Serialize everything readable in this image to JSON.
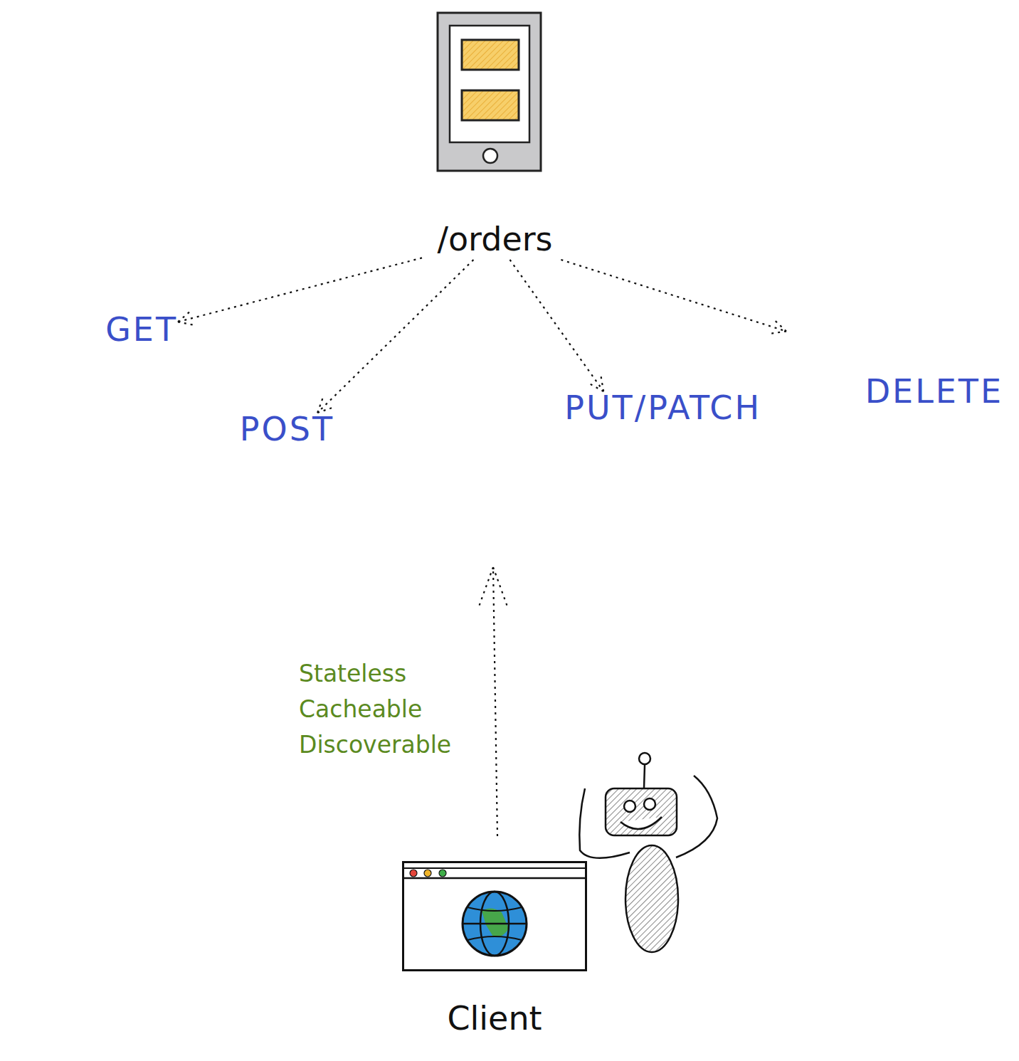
{
  "diagram": {
    "nodes": [
      {
        "text": [
          "/orders"
        ]
      },
      {
        "text": [
          "GET"
        ]
      },
      {
        "text": [
          "POST"
        ]
      },
      {
        "text": [
          "PUT/PATCH"
        ]
      },
      {
        "text": [
          "DELETE"
        ]
      },
      {
        "text": [
          "Client"
        ]
      }
    ],
    "edges": [
      {
        "from": 0,
        "to": 1,
        "arrow": "to"
      },
      {
        "from": 0,
        "to": 2,
        "arrow": "to"
      },
      {
        "from": 0,
        "to": 3,
        "arrow": "to"
      },
      {
        "from": 0,
        "to": 4,
        "arrow": "to"
      }
    ],
    "labels": [
      "Stateless Cacheable Discoverable"
    ]
  }
}
